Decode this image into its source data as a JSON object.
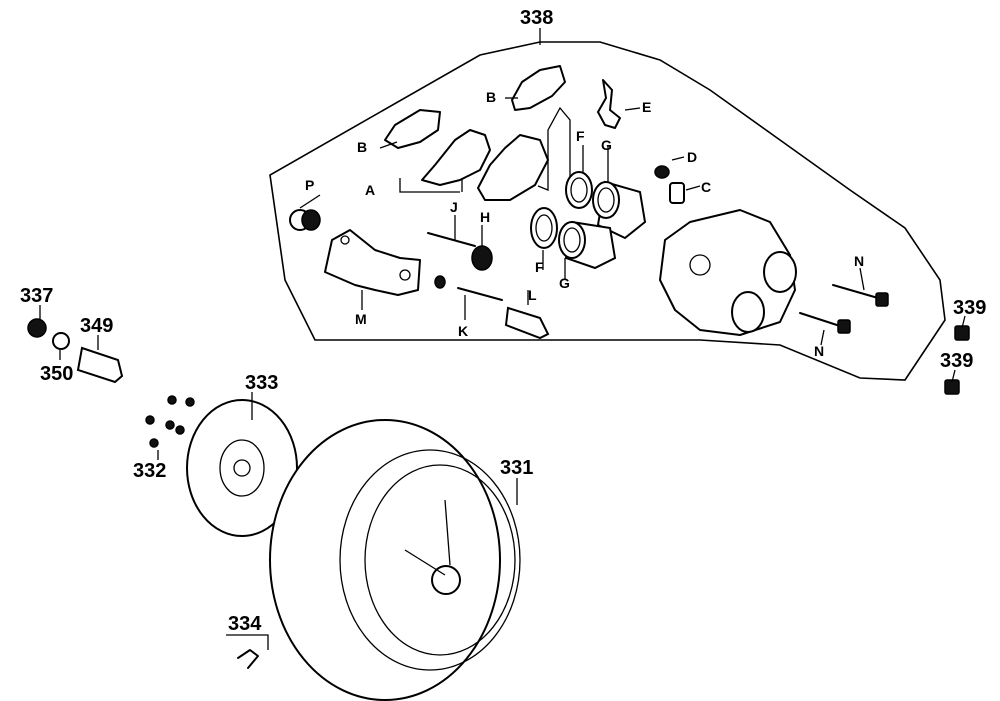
{
  "part_numbers": {
    "assembly": "338",
    "nut": "337",
    "collar": "349",
    "washer": "350",
    "disc_bolt": "332",
    "brake_disc": "333",
    "rear_wheel": "331",
    "valve": "334",
    "caliper_bolt_upper": "339",
    "caliper_bolt_lower": "339"
  },
  "sub_parts": {
    "pad_a": "A",
    "shim_b_left": "B",
    "shim_b_right": "B",
    "bleeder_c": "C",
    "cap_d": "D",
    "spring_e": "E",
    "seal_f_upper": "F",
    "seal_f_lower": "F",
    "piston_g_upper": "G",
    "piston_g_lower": "G",
    "boot_h": "H",
    "pin_j": "J",
    "pin_k": "K",
    "sleeve_l": "L",
    "bracket_m": "M",
    "pin_n_upper": "N",
    "pin_n_lower": "N",
    "bush_p": "P"
  }
}
